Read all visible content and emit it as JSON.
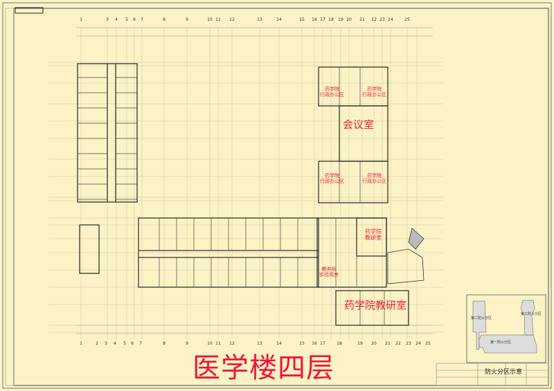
{
  "drawing": {
    "title": "医学楼四层",
    "axis_top": [
      "1",
      "3",
      "4",
      "5",
      "6",
      "7",
      "8",
      "9",
      "10",
      "11",
      "12",
      "13",
      "14",
      "15",
      "16",
      "17",
      "18",
      "19",
      "20",
      "21",
      "22",
      "23",
      "24",
      "25"
    ],
    "axis_bottom": [
      "1",
      "2",
      "3",
      "4",
      "5",
      "6",
      "7",
      "8",
      "9",
      "10",
      "11",
      "12",
      "13",
      "14",
      "15",
      "16",
      "17",
      "18",
      "19",
      "20",
      "21",
      "22",
      "23",
      "24",
      "25"
    ],
    "rooms": [
      {
        "name": "药学院\n行政办公区"
      },
      {
        "name": "药学院\n行政办公区"
      },
      {
        "name": "会议室"
      },
      {
        "name": "药学院\n行政办公区"
      },
      {
        "name": "药学院\n行政办公区"
      },
      {
        "name": "药学院\n教研室"
      },
      {
        "name": "教务处\n实验用房"
      },
      {
        "name": "药学院教研室"
      }
    ]
  },
  "inset": {
    "title": "防火分区示意",
    "zone1": "第一防火分区",
    "zone2": "第二防火分区",
    "zone3": "第三防火分区"
  },
  "colors": {
    "background": "#fbf3c6",
    "label": "#e8203a",
    "line": "#2a2a2a"
  }
}
